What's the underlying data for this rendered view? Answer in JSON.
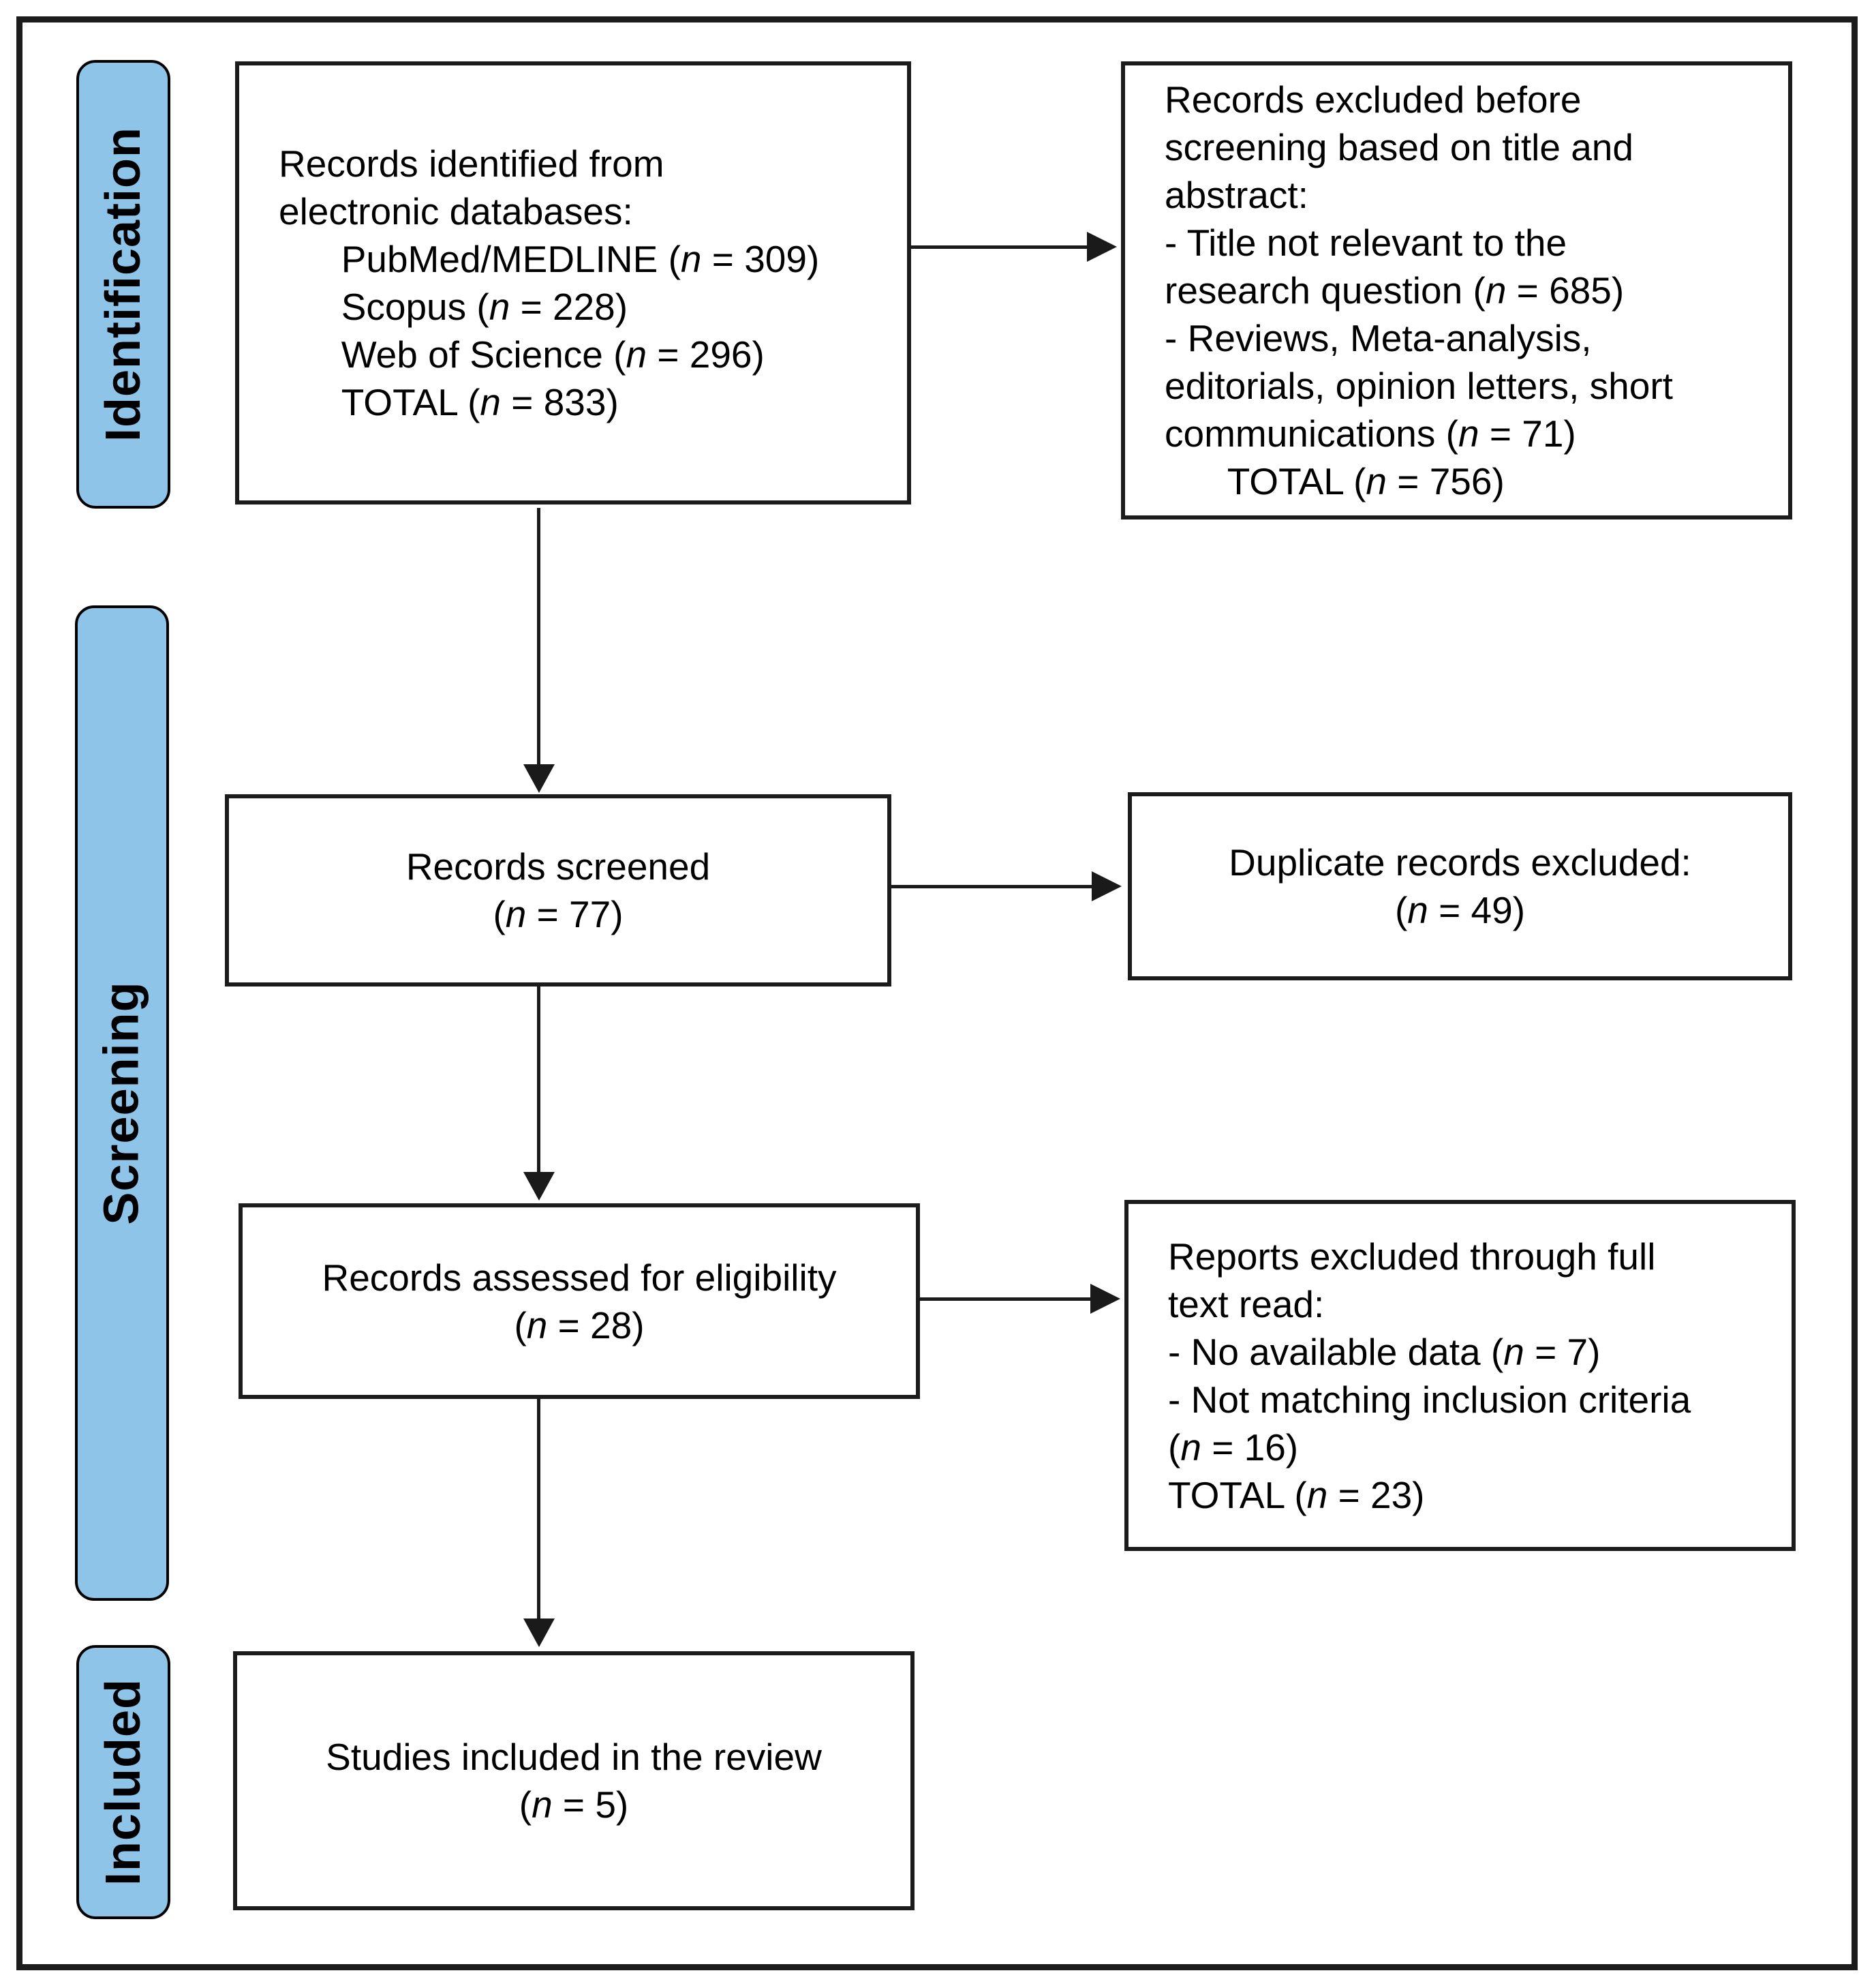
{
  "figure": {
    "type": "prisma-flow-diagram"
  },
  "stages": [
    {
      "id": "identification",
      "label": "Identification"
    },
    {
      "id": "screening",
      "label": "Screening"
    },
    {
      "id": "included",
      "label": "Included"
    }
  ],
  "boxes": {
    "identified": {
      "text": "Records identified from\nelectronic databases:\n      PubMed/MEDLINE (*n* = 309)\n      Scopus (*n* = 228)\n      Web of Science (*n* = 296)\n      TOTAL (*n* = 833)"
    },
    "excluded_before_screening": {
      "text": "Records excluded before\nscreening based on title and\nabstract:\n- Title not relevant to the\nresearch question (*n* = 685)\n- Reviews, Meta-analysis,\neditorials, opinion letters, short\ncommunications (*n* = 71)\n      TOTAL (*n* = 756)"
    },
    "screened": {
      "text": "Records screened\n(*n* = 77)"
    },
    "duplicates_excluded": {
      "text": "Duplicate records excluded:\n(*n* = 49)"
    },
    "assessed": {
      "text": "Records assessed for eligibility\n(*n* = 28)"
    },
    "excluded_full_text": {
      "text": "Reports excluded through full\ntext read:\n- No available data (*n* = 7)\n- Not matching inclusion criteria\n(*n* = 16)\nTOTAL (*n* = 23)"
    },
    "included_studies": {
      "text": "Studies included in the review\n(*n* = 5)"
    }
  },
  "counts": {
    "pubmed_medline": 309,
    "scopus": 228,
    "web_of_science": 296,
    "identified_total": 833,
    "title_not_relevant": 685,
    "reviews_meta_analysis": 71,
    "excluded_before_screening_total": 756,
    "screened": 77,
    "duplicates_excluded": 49,
    "assessed_for_eligibility": 28,
    "no_available_data": 7,
    "not_matching_inclusion_criteria": 16,
    "excluded_full_text_total": 23,
    "included_in_review": 5
  },
  "colors": {
    "stage_fill": "#8FC4E9",
    "stage_border": "#000000",
    "box_border": "#1C1C1C",
    "frame_border": "#1C1C1C",
    "arrow": "#1A1A1A",
    "background": "#FFFFFF"
  }
}
